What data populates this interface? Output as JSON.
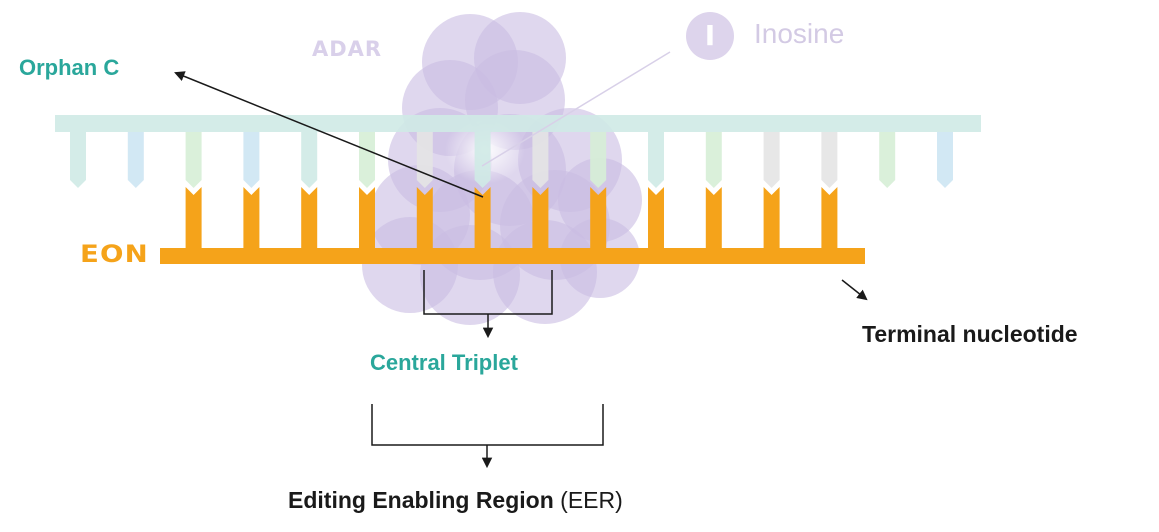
{
  "labels": {
    "adar": "ADAR",
    "inosine_badge": "I",
    "inosine": "Inosine",
    "orphan_c": "Orphan C",
    "eon": "EON",
    "central_triplet": "Central Triplet",
    "terminal_nucleotide": "Terminal nucleotide",
    "eer_bold": "Editing Enabling Region",
    "eer_abbrev": "(EER)"
  },
  "colors": {
    "teal_label": "#2aa79b",
    "eon_orange": "#f5a31a",
    "adar_lavender": "#c9bde3",
    "rna_backbone": "#cfeae6",
    "arrow_dark": "#1a1a1a"
  },
  "top_strand": {
    "base_count": 16,
    "base_colors": [
      "#cfeae6",
      "#cde6f3",
      "#d6eed6",
      "#cde6f3",
      "#cfeae6",
      "#d6eed6",
      "#e4e4e4",
      "#cfeae6",
      "#e4e4e4",
      "#d6eed6",
      "#cfeae6",
      "#d6eed6",
      "#e4e4e4",
      "#e4e4e4",
      "#d6eed6",
      "#cde6f3"
    ]
  },
  "bottom_strand": {
    "base_count": 12
  }
}
